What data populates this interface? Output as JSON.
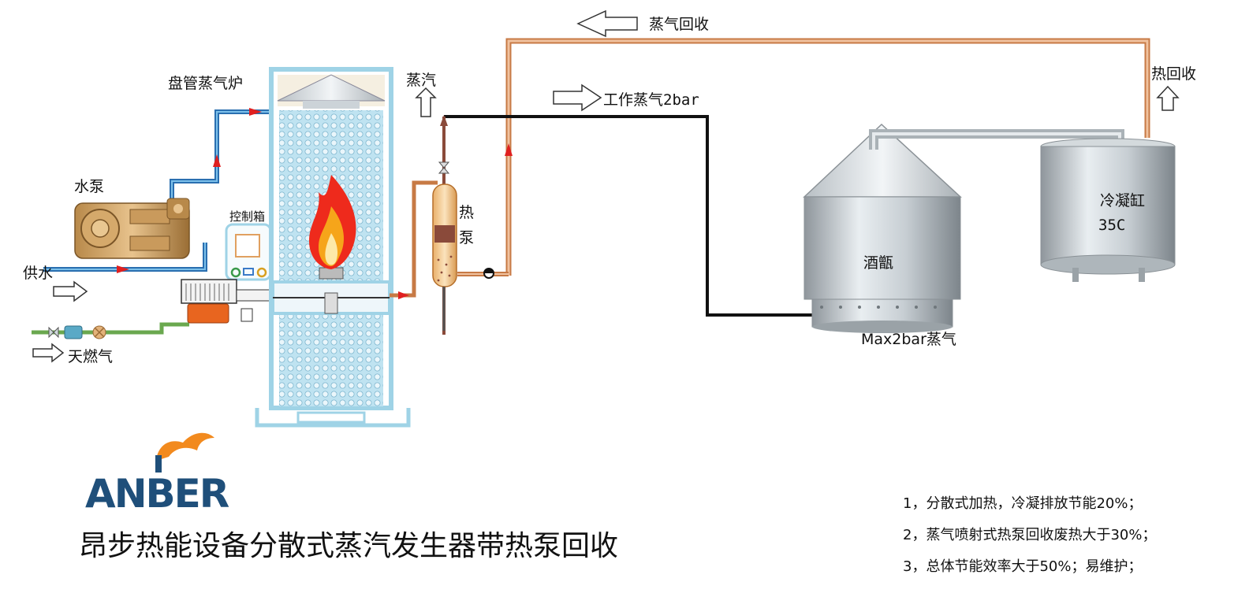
{
  "labels": {
    "boiler": "盘管蒸气炉",
    "pump": "水泵",
    "control_box": "控制箱",
    "water_supply": "供水",
    "natural_gas": "天燃气",
    "steam": "蒸汽",
    "heat_pump_1": "热",
    "heat_pump_2": "泵",
    "steam_recovery": "蒸气回收",
    "working_steam": "工作蒸气2bar",
    "heat_recovery": "热回收",
    "still": "酒甑",
    "max_steam": "Max2bar蒸气",
    "condenser": "冷凝缸",
    "condenser_temp": "35C"
  },
  "logo": {
    "text": "ANBER"
  },
  "title": "昂步热能设备分散式蒸汽发生器带热泵回收",
  "notes": [
    "1，分散式加热，冷凝排放节能20%；",
    "2，蒸气喷射式热泵回收废热大于30%；",
    "3，总体节能效率大于50%；易维护；"
  ],
  "colors": {
    "water_pipe": "#3f8fd2",
    "steam_pipe": "#d2956a",
    "working_pipe": "#111111",
    "flow_arrow": "#e02020",
    "boiler_frame": "#9fd3e6",
    "logo_blue": "#1f4f7a",
    "logo_flame": "#f28a1e"
  }
}
